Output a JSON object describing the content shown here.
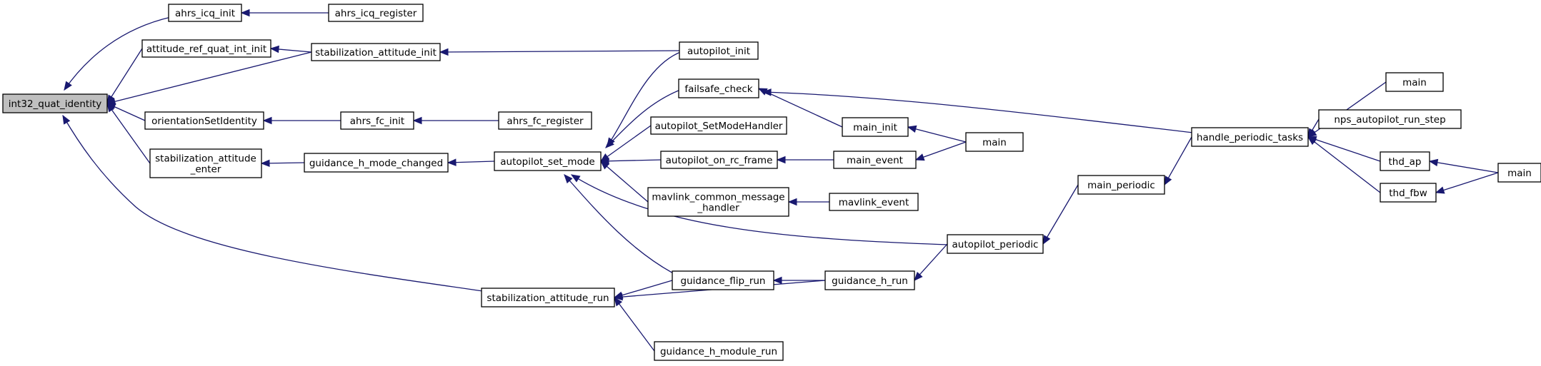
{
  "graph": {
    "nodes": {
      "int32_quat_identity": [
        "int32_quat_identity"
      ],
      "ahrs_icq_init": [
        "ahrs_icq_init"
      ],
      "ahrs_icq_register": [
        "ahrs_icq_register"
      ],
      "attitude_ref_quat_int_init": [
        "attitude_ref_quat_int_init"
      ],
      "stabilization_attitude_init": [
        "stabilization_attitude_init"
      ],
      "autopilot_init": [
        "autopilot_init"
      ],
      "orientationSetIdentity": [
        "orientationSetIdentity"
      ],
      "ahrs_fc_init": [
        "ahrs_fc_init"
      ],
      "ahrs_fc_register": [
        "ahrs_fc_register"
      ],
      "stabilization_attitude_enter": [
        "stabilization_attitude",
        "_enter"
      ],
      "guidance_h_mode_changed": [
        "guidance_h_mode_changed"
      ],
      "autopilot_set_mode": [
        "autopilot_set_mode"
      ],
      "failsafe_check": [
        "failsafe_check"
      ],
      "autopilot_SetModeHandler": [
        "autopilot_SetModeHandler"
      ],
      "main_init": [
        "main_init"
      ],
      "main_a": [
        "main"
      ],
      "autopilot_on_rc_frame": [
        "autopilot_on_rc_frame"
      ],
      "main_event": [
        "main_event"
      ],
      "mavlink_common_message_handler": [
        "mavlink_common_message",
        "_handler"
      ],
      "mavlink_event": [
        "mavlink_event"
      ],
      "main_periodic": [
        "main_periodic"
      ],
      "autopilot_periodic": [
        "autopilot_periodic"
      ],
      "handle_periodic_tasks": [
        "handle_periodic_tasks"
      ],
      "main_b": [
        "main"
      ],
      "nps_autopilot_run_step": [
        "nps_autopilot_run_step"
      ],
      "thd_ap": [
        "thd_ap"
      ],
      "thd_fbw": [
        "thd_fbw"
      ],
      "main_c": [
        "main"
      ],
      "stabilization_attitude_run": [
        "stabilization_attitude_run"
      ],
      "guidance_flip_run": [
        "guidance_flip_run"
      ],
      "guidance_h_run": [
        "guidance_h_run"
      ],
      "guidance_h_module_run": [
        "guidance_h_module_run"
      ]
    },
    "edges": [
      [
        "ahrs_icq_init",
        "int32_quat_identity"
      ],
      [
        "attitude_ref_quat_int_init",
        "int32_quat_identity"
      ],
      [
        "stabilization_attitude_init",
        "int32_quat_identity"
      ],
      [
        "orientationSetIdentity",
        "int32_quat_identity"
      ],
      [
        "stabilization_attitude_enter",
        "int32_quat_identity"
      ],
      [
        "stabilization_attitude_run",
        "int32_quat_identity"
      ],
      [
        "ahrs_icq_register",
        "ahrs_icq_init"
      ],
      [
        "stabilization_attitude_init",
        "attitude_ref_quat_int_init"
      ],
      [
        "autopilot_init",
        "stabilization_attitude_init"
      ],
      [
        "ahrs_fc_init",
        "orientationSetIdentity"
      ],
      [
        "ahrs_fc_register",
        "ahrs_fc_init"
      ],
      [
        "guidance_h_mode_changed",
        "stabilization_attitude_enter"
      ],
      [
        "autopilot_set_mode",
        "guidance_h_mode_changed"
      ],
      [
        "autopilot_init",
        "autopilot_set_mode"
      ],
      [
        "failsafe_check",
        "autopilot_set_mode"
      ],
      [
        "autopilot_SetModeHandler",
        "autopilot_set_mode"
      ],
      [
        "autopilot_on_rc_frame",
        "autopilot_set_mode"
      ],
      [
        "mavlink_common_message_handler",
        "autopilot_set_mode"
      ],
      [
        "autopilot_periodic",
        "autopilot_set_mode"
      ],
      [
        "guidance_flip_run",
        "autopilot_set_mode"
      ],
      [
        "main_init",
        "failsafe_check"
      ],
      [
        "handle_periodic_tasks",
        "failsafe_check"
      ],
      [
        "main_a",
        "main_init"
      ],
      [
        "main_event",
        "autopilot_on_rc_frame"
      ],
      [
        "main_a",
        "main_event"
      ],
      [
        "mavlink_event",
        "mavlink_common_message_handler"
      ],
      [
        "main_periodic",
        "autopilot_periodic"
      ],
      [
        "handle_periodic_tasks",
        "main_periodic"
      ],
      [
        "main_b",
        "handle_periodic_tasks"
      ],
      [
        "nps_autopilot_run_step",
        "handle_periodic_tasks"
      ],
      [
        "thd_ap",
        "handle_periodic_tasks"
      ],
      [
        "thd_fbw",
        "handle_periodic_tasks"
      ],
      [
        "main_c",
        "thd_ap"
      ],
      [
        "main_c",
        "thd_fbw"
      ],
      [
        "guidance_flip_run",
        "stabilization_attitude_run"
      ],
      [
        "guidance_h_run",
        "stabilization_attitude_run"
      ],
      [
        "guidance_h_module_run",
        "stabilization_attitude_run"
      ],
      [
        "guidance_h_run",
        "guidance_flip_run"
      ],
      [
        "autopilot_periodic",
        "guidance_h_run"
      ]
    ]
  }
}
